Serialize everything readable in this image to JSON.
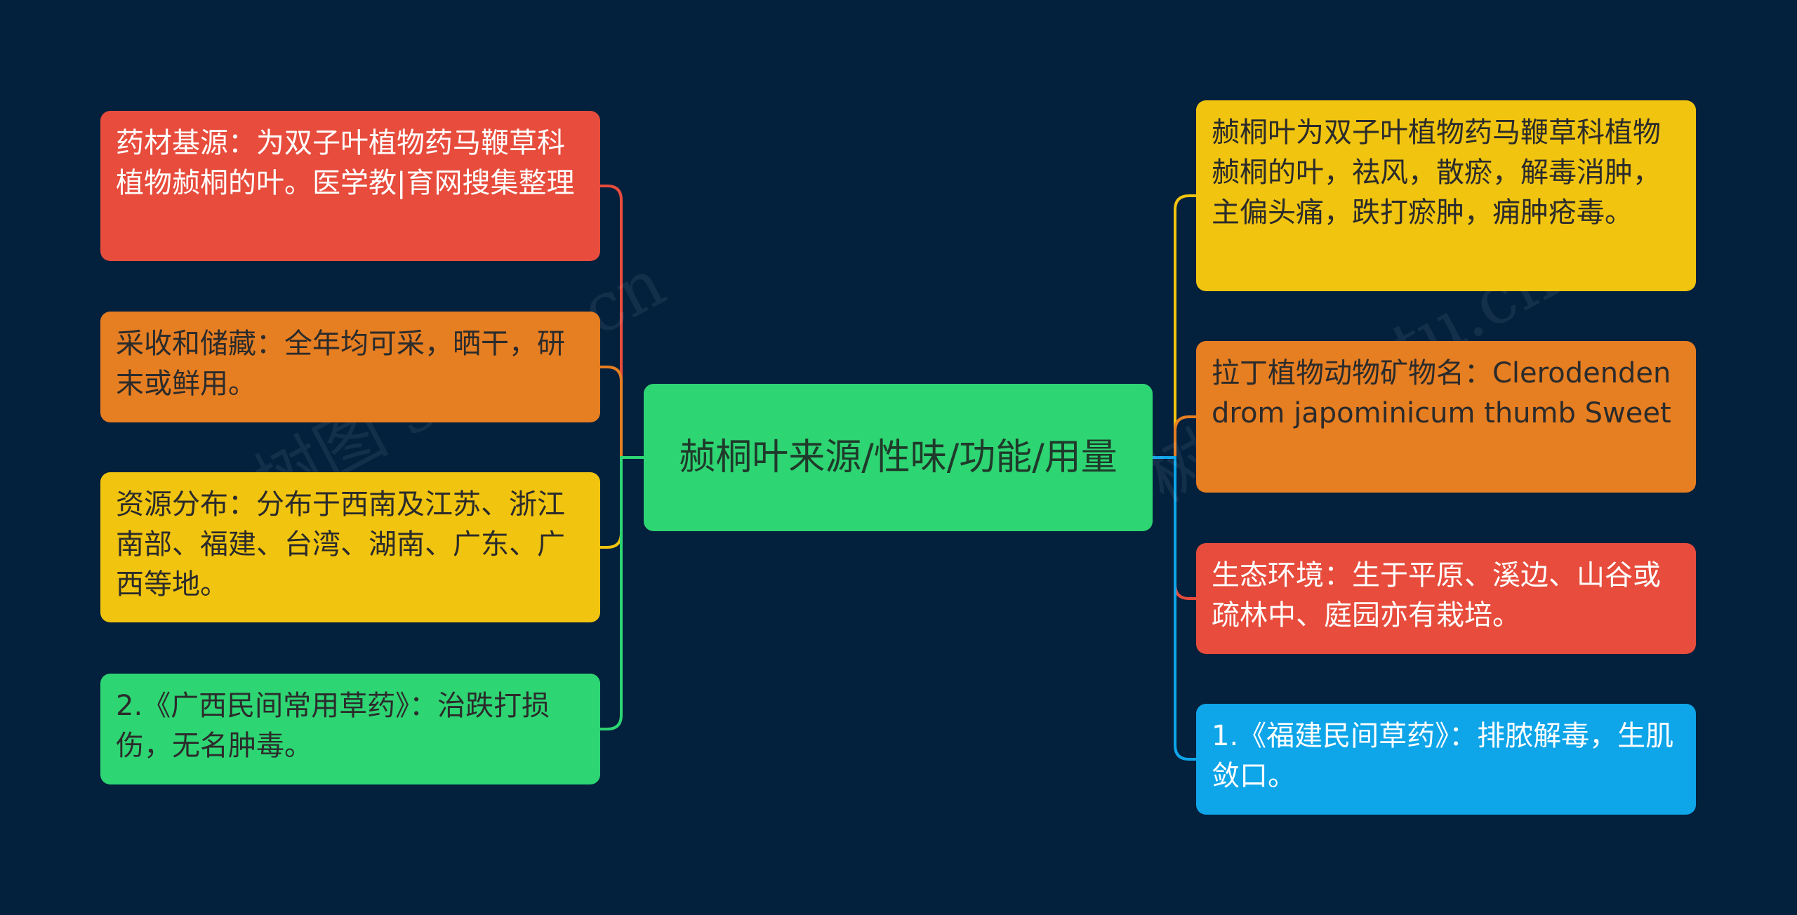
{
  "center": {
    "text": "赪桐叶来源/性味/功能/用量",
    "color": "#2ed573"
  },
  "watermark": {
    "left": "树图 shutu.cn",
    "right": "树图 shutu.cn"
  },
  "left_nodes": [
    {
      "text": "药材基源：为双子叶植物药马鞭草科植物赪桐的叶。医学教|育网搜集整理",
      "color": "#e74c3c"
    },
    {
      "text": "采收和储藏：全年均可采，晒干，研末或鲜用。",
      "color": "#e67e22"
    },
    {
      "text": "资源分布：分布于西南及江苏、浙江南部、福建、台湾、湖南、广东、广西等地。",
      "color": "#f1c40f"
    },
    {
      "text": "2.《广西民间常用草药》：治跌打损伤，无名肿毒。",
      "color": "#2ed573"
    }
  ],
  "right_nodes": [
    {
      "text": "赪桐叶为双子叶植物药马鞭草科植物赪桐的叶，祛风，散瘀，解毒消肿，主偏头痛，跌打瘀肿，痈肿疮毒。",
      "color": "#f1c40f"
    },
    {
      "text": "拉丁植物动物矿物名：Clerodendendrom japominicum thumb Sweet",
      "color": "#e67e22"
    },
    {
      "text": "生态环境：生于平原、溪边、山谷或疏林中、庭园亦有栽培。",
      "color": "#e74c3c"
    },
    {
      "text": "1.《福建民间草药》：排脓解毒，生肌敛口。",
      "color": "#0ea5e9"
    }
  ]
}
